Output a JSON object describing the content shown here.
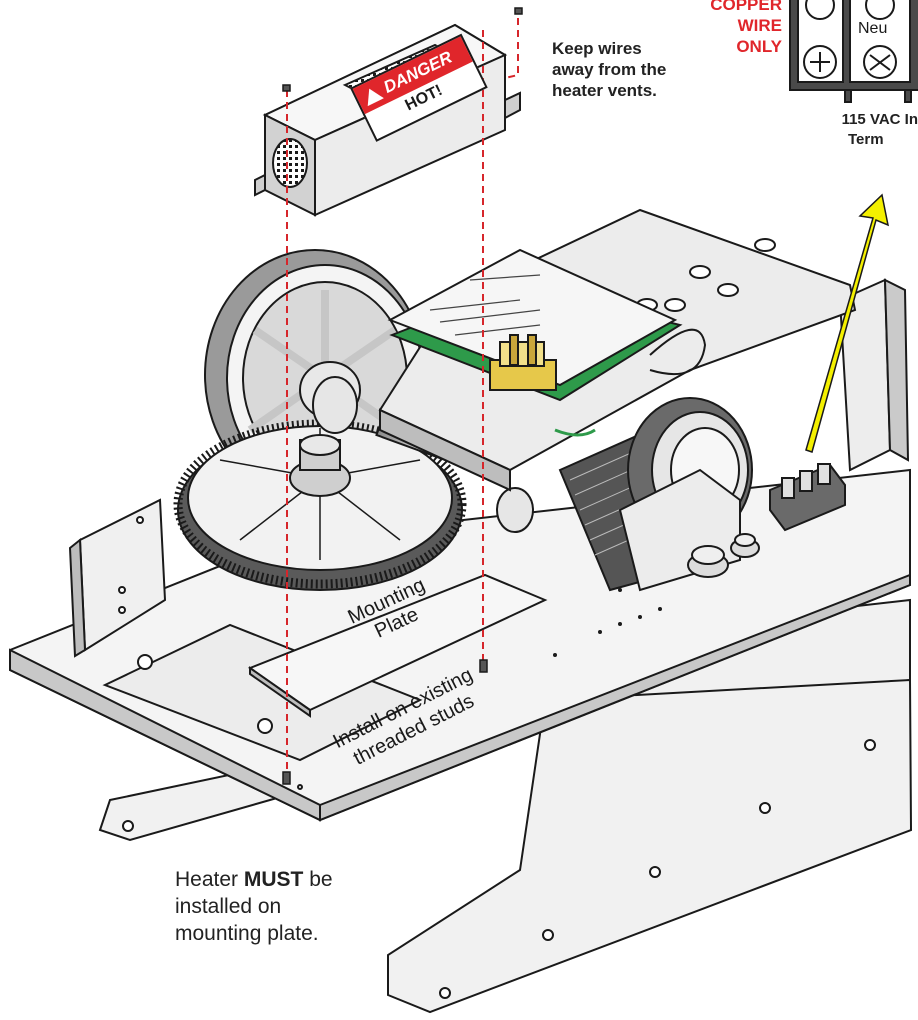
{
  "colors": {
    "danger_red": "#e0262b",
    "leader_line": "#d6262b",
    "arrow_yellow": "#f4f000",
    "pcb_green": "#2e9a4a",
    "transformer_yellow": "#e6c84a",
    "metal_light": "#f2f2f2",
    "outline": "#1a1a1a"
  },
  "callouts": {
    "vents_line1": "Keep wires",
    "vents_line2": "away from the",
    "vents_line3": "heater vents.",
    "copper_line1": "COPPER",
    "copper_line2": "WIRE",
    "copper_line3": "ONLY",
    "terminal_line1": "115 VAC In",
    "terminal_line2": "Term",
    "terminal_neutral": "Neu",
    "heater_part1": "Heater ",
    "heater_emph": "MUST",
    "heater_part2": " be",
    "heater_line2": "installed on",
    "heater_line3": "mounting plate."
  },
  "heater": {
    "danger_label": "DANGER",
    "hot_label": "HOT!"
  },
  "plate": {
    "line1": "Mounting",
    "line2": "Plate",
    "studs_line1": "Install on existing",
    "studs_line2": "threaded studs"
  },
  "icons": [
    "warning-triangle-icon",
    "screw-terminal-icon"
  ]
}
